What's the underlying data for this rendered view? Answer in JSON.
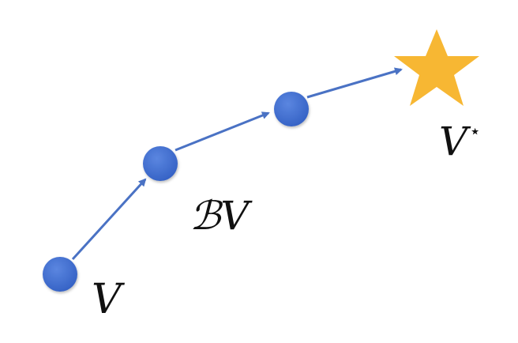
{
  "labels": {
    "v": "V",
    "bellman_v": "ℬV",
    "v_star_base": "V",
    "v_star_superscript": "⋆"
  },
  "colors": {
    "node": "#3f6fd1",
    "arrow": "#4a72c4",
    "star": "#f7b733",
    "text": "#111111"
  },
  "icons": {
    "optimum_marker": "star-icon"
  }
}
